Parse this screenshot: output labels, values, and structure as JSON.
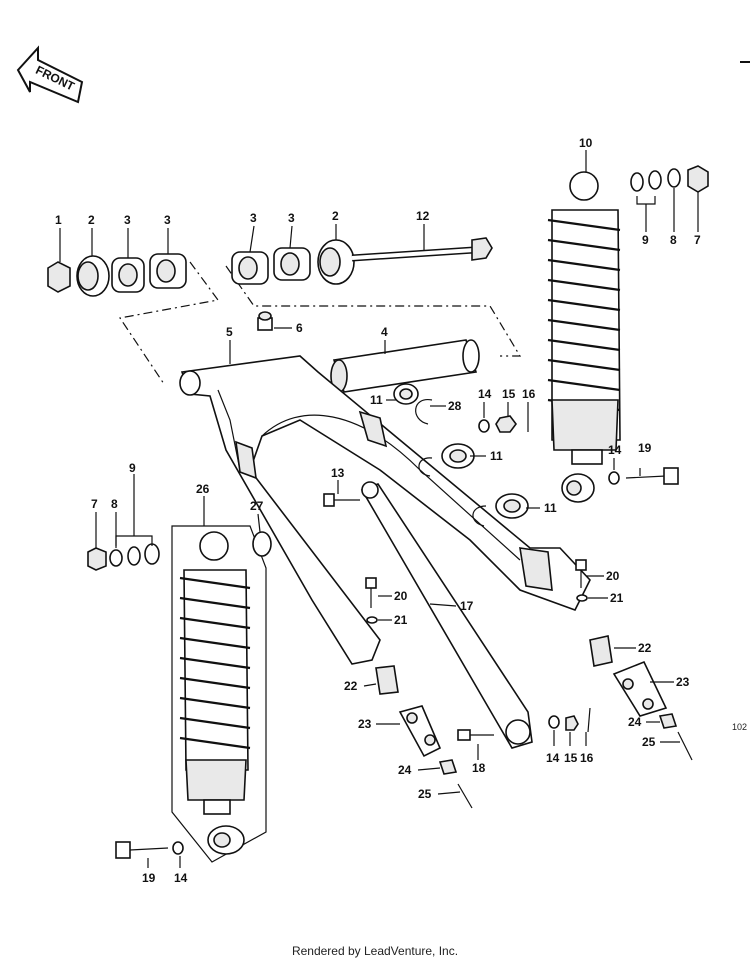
{
  "front_label": "FRONT",
  "side_code": "102",
  "footer": "Rendered by LeadVenture, Inc.",
  "callouts": [
    {
      "id": "c1",
      "text": "1"
    },
    {
      "id": "c2a",
      "text": "2"
    },
    {
      "id": "c3a",
      "text": "3"
    },
    {
      "id": "c3b",
      "text": "3"
    },
    {
      "id": "c3c",
      "text": "3"
    },
    {
      "id": "c3d",
      "text": "3"
    },
    {
      "id": "c2b",
      "text": "2"
    },
    {
      "id": "c12",
      "text": "12"
    },
    {
      "id": "c10",
      "text": "10"
    },
    {
      "id": "c9a",
      "text": "9"
    },
    {
      "id": "c8a",
      "text": "8"
    },
    {
      "id": "c7a",
      "text": "7"
    },
    {
      "id": "c5",
      "text": "5"
    },
    {
      "id": "c6",
      "text": "6"
    },
    {
      "id": "c4",
      "text": "4"
    },
    {
      "id": "c11a",
      "text": "11"
    },
    {
      "id": "c28",
      "text": "28"
    },
    {
      "id": "c14a",
      "text": "14"
    },
    {
      "id": "c15a",
      "text": "15"
    },
    {
      "id": "c16a",
      "text": "16"
    },
    {
      "id": "c11b",
      "text": "11"
    },
    {
      "id": "c14b",
      "text": "14"
    },
    {
      "id": "c19a",
      "text": "19"
    },
    {
      "id": "c11c",
      "text": "11"
    },
    {
      "id": "c9b",
      "text": "9"
    },
    {
      "id": "c7b",
      "text": "7"
    },
    {
      "id": "c8b",
      "text": "8"
    },
    {
      "id": "c26",
      "text": "26"
    },
    {
      "id": "c27",
      "text": "27"
    },
    {
      "id": "c13",
      "text": "13"
    },
    {
      "id": "c20a",
      "text": "20"
    },
    {
      "id": "c21a",
      "text": "21"
    },
    {
      "id": "c17",
      "text": "17"
    },
    {
      "id": "c20b",
      "text": "20"
    },
    {
      "id": "c21b",
      "text": "21"
    },
    {
      "id": "c22a",
      "text": "22"
    },
    {
      "id": "c22b",
      "text": "22"
    },
    {
      "id": "c23a",
      "text": "23"
    },
    {
      "id": "c23b",
      "text": "23"
    },
    {
      "id": "c24a",
      "text": "24"
    },
    {
      "id": "c25a",
      "text": "25"
    },
    {
      "id": "c18",
      "text": "18"
    },
    {
      "id": "c14c",
      "text": "14"
    },
    {
      "id": "c15b",
      "text": "15"
    },
    {
      "id": "c16b",
      "text": "16"
    },
    {
      "id": "c24b",
      "text": "24"
    },
    {
      "id": "c25b",
      "text": "25"
    },
    {
      "id": "c19b",
      "text": "19"
    },
    {
      "id": "c14d",
      "text": "14"
    }
  ]
}
